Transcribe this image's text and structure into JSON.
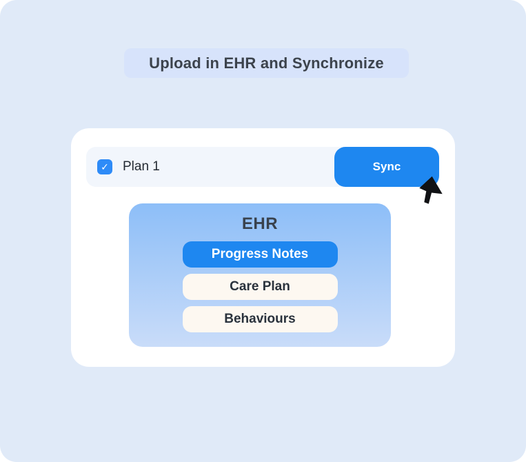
{
  "title_banner": {
    "label": "Upload in EHR and Synchronize"
  },
  "card": {
    "plan_row": {
      "checkbox": {
        "checked": true,
        "checkmark_icon": "✓"
      },
      "label": "Plan 1",
      "sync_button": {
        "label": "Sync"
      }
    },
    "ehr_panel": {
      "title": "EHR",
      "items": [
        {
          "label": "Progress Notes",
          "variant": "primary"
        },
        {
          "label": "Care Plan",
          "variant": "cream"
        },
        {
          "label": "Behaviours",
          "variant": "cream"
        }
      ]
    }
  },
  "cursor": {
    "icon": "mouse-pointer"
  },
  "colors": {
    "page_bg": "#E0EAF8",
    "banner_bg": "#D7E3FB",
    "banner_text": "#3C434C",
    "card_bg": "#FFFFFF",
    "row_bg": "#F2F6FC",
    "accent_blue": "#1E87F0",
    "checkbox_blue": "#2E8BF7",
    "panel_gradient_top": "#8DBEF8",
    "panel_gradient_bottom": "#C9DCF9",
    "cream_pill_bg": "#FDF8F1",
    "dark_text": "#242B33",
    "heading_text": "#39424D"
  }
}
